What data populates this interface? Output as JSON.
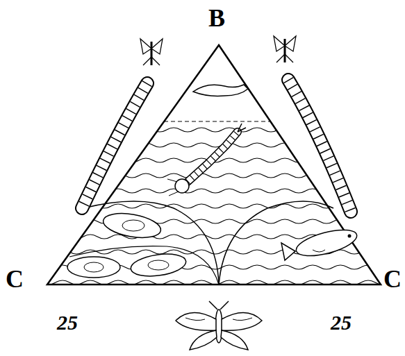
{
  "diagram": {
    "labels": [
      "B",
      "C",
      "C",
      "25",
      "25"
    ]
  }
}
